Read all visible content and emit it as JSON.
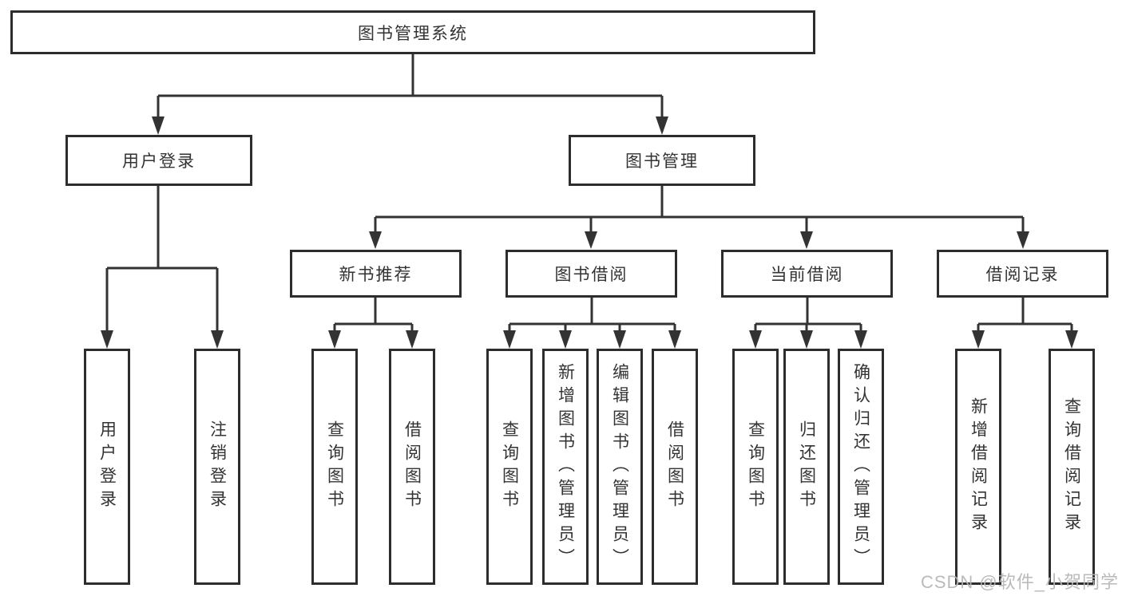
{
  "tree": {
    "root": {
      "label": "图书管理系统"
    },
    "branches": [
      {
        "label": "用户登录",
        "children": [
          {
            "label": "用户登录"
          },
          {
            "label": "注销登录"
          }
        ]
      },
      {
        "label": "图书管理",
        "children": [
          {
            "label": "新书推荐",
            "children": [
              {
                "label": "查询图书"
              },
              {
                "label": "借阅图书"
              }
            ]
          },
          {
            "label": "图书借阅",
            "children": [
              {
                "label": "查询图书"
              },
              {
                "label": "新增图书（管理员）"
              },
              {
                "label": "编辑图书（管理员）"
              },
              {
                "label": "借阅图书"
              }
            ]
          },
          {
            "label": "当前借阅",
            "children": [
              {
                "label": "查询图书"
              },
              {
                "label": "归还图书"
              },
              {
                "label": "确认归还（管理员）"
              }
            ]
          },
          {
            "label": "借阅记录",
            "children": [
              {
                "label": "新增借阅记录"
              },
              {
                "label": "查询借阅记录"
              }
            ]
          }
        ]
      }
    ]
  },
  "watermark": {
    "text": "CSDN @软件_小贺同学"
  },
  "colors": {
    "line": "#333333",
    "box_border": "#2d2d2d",
    "text": "#333333",
    "watermark": "#b5b5b5",
    "background": "#ffffff"
  }
}
